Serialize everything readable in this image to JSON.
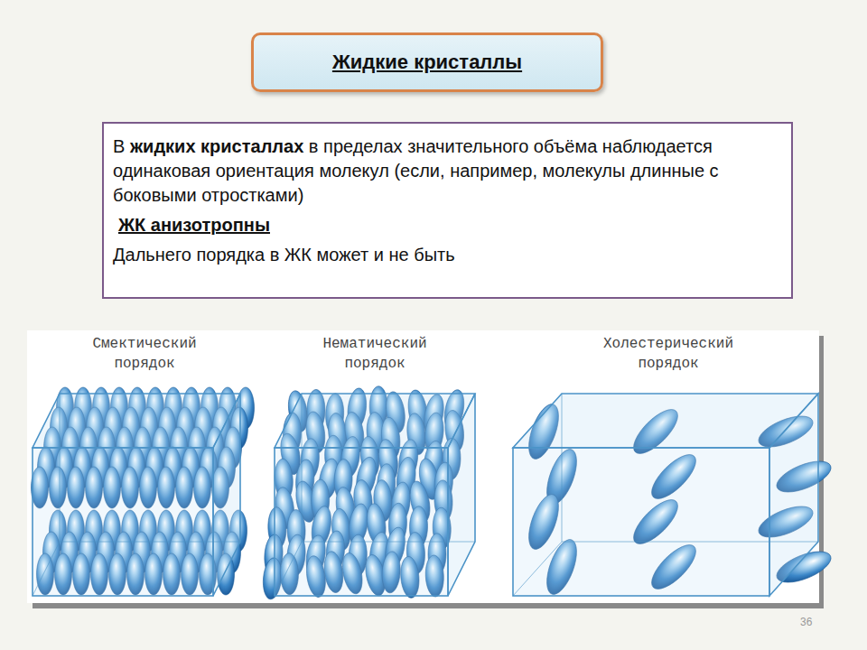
{
  "diagram": {
    "title": "Жидкие кристаллы",
    "nodes": [
      {
        "text": [
          "В жидких кристаллах в пределах значительного объёма наблюдается одинаковая ориентация молекул (если, например, молекулы длинные с боковыми отростками)",
          "ЖК анизотропны",
          "Дальнего порядка в ЖК может и не быть"
        ]
      }
    ],
    "labels": [
      "Смектический порядок",
      "Нематический порядок",
      "Холестерический порядок",
      "36"
    ]
  }
}
